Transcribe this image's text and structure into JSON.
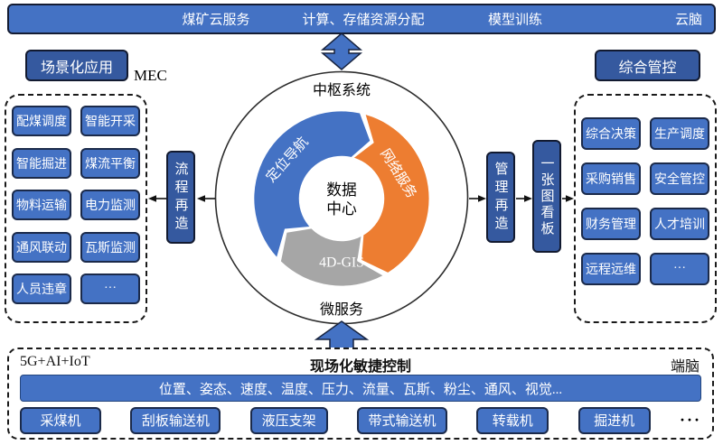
{
  "colors": {
    "accent": "#4472C4",
    "dark": "#35599F",
    "navy": "#1b2a4a",
    "orange": "#ED7D31",
    "gray": "#A6A6A6"
  },
  "cloud_bar": {
    "items": [
      "煤矿云服务",
      "计算、存储资源分配",
      "模型训练",
      "云脑"
    ]
  },
  "left_panel": {
    "header": "场景化应用",
    "tag": "MEC",
    "apps": [
      "配煤调度",
      "智能开采",
      "智能掘进",
      "煤流平衡",
      "物料运输",
      "电力监测",
      "通风联动",
      "瓦斯监测",
      "人员违章",
      "···"
    ]
  },
  "right_panel": {
    "header": "综合管控",
    "apps": [
      "综合决策",
      "生产调度",
      "采购销售",
      "安全管控",
      "财务管理",
      "人才培训",
      "远程远维",
      "···"
    ]
  },
  "flow": {
    "left": "流程再造",
    "right": "管理再造",
    "board": "一张图看板"
  },
  "hub": {
    "top_label": "中枢系统",
    "bottom_label": "微服务",
    "center_line1": "数据",
    "center_line2": "中心",
    "segments": [
      {
        "label": "定位导航",
        "color": "#4472C4"
      },
      {
        "label": "网络服务",
        "color": "#ED7D31"
      },
      {
        "label": "4D-GIS",
        "color": "#A6A6A6"
      }
    ]
  },
  "edge_panel": {
    "tech": "5G+AI+IoT",
    "title": "现场化敏捷控制",
    "brain": "端脑",
    "sensor_bar": "位置、姿态、速度、温度、压力、流量、瓦斯、粉尘、通风、视觉...",
    "devices": [
      "采煤机",
      "刮板输送机",
      "液压支架",
      "带式输送机",
      "转载机",
      "掘进机"
    ],
    "more": "···"
  }
}
